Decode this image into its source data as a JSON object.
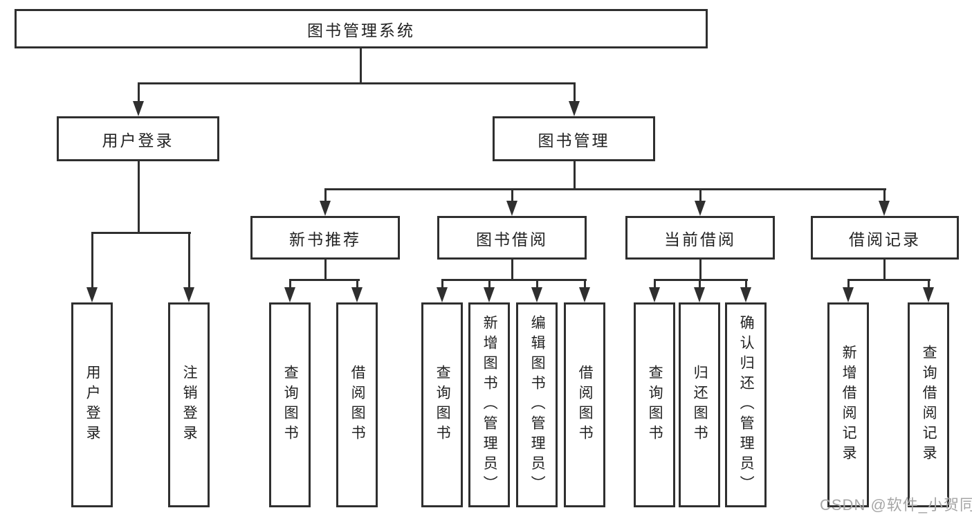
{
  "diagram": {
    "watermark": "CSDN @软件_小贺同学",
    "colors": {
      "background": "#ffffff",
      "line": "#2f2f2f",
      "box_border": "#2f2f2f",
      "box_bg": "#ffffff",
      "text": "#222222",
      "watermark": "#a6a6a6"
    },
    "nodes": {
      "root": {
        "label": "图书管理系统"
      },
      "user_login": {
        "label": "用户登录"
      },
      "book_management": {
        "label": "图书管理"
      },
      "new_book_recommend": {
        "label": "新书推荐"
      },
      "book_borrow": {
        "label": "图书借阅"
      },
      "current_borrow": {
        "label": "当前借阅"
      },
      "borrow_records": {
        "label": "借阅记录"
      },
      "login_leaf": {
        "label": "用户登录"
      },
      "logout_leaf": {
        "label": "注销登录"
      },
      "rec_query_books": {
        "label": "查询图书"
      },
      "rec_borrow_books": {
        "label": "借阅图书"
      },
      "bb_query_books": {
        "label": "查询图书"
      },
      "bb_add_books_admin": {
        "label": "新增图书（管理员）"
      },
      "bb_edit_books_admin": {
        "label": "编辑图书（管理员）"
      },
      "bb_borrow_books": {
        "label": "借阅图书"
      },
      "cb_query_books": {
        "label": "查询图书"
      },
      "cb_return_books": {
        "label": "归还图书"
      },
      "cb_confirm_return_admin": {
        "label": "确认归还（管理员）"
      },
      "br_add_record": {
        "label": "新增借阅记录"
      },
      "br_query_record": {
        "label": "查询借阅记录"
      }
    },
    "edges": [
      [
        "root",
        "user_login"
      ],
      [
        "root",
        "book_management"
      ],
      [
        "user_login",
        "login_leaf"
      ],
      [
        "user_login",
        "logout_leaf"
      ],
      [
        "book_management",
        "new_book_recommend"
      ],
      [
        "book_management",
        "book_borrow"
      ],
      [
        "book_management",
        "current_borrow"
      ],
      [
        "book_management",
        "borrow_records"
      ],
      [
        "new_book_recommend",
        "rec_query_books"
      ],
      [
        "new_book_recommend",
        "rec_borrow_books"
      ],
      [
        "book_borrow",
        "bb_query_books"
      ],
      [
        "book_borrow",
        "bb_add_books_admin"
      ],
      [
        "book_borrow",
        "bb_edit_books_admin"
      ],
      [
        "book_borrow",
        "bb_borrow_books"
      ],
      [
        "current_borrow",
        "cb_query_books"
      ],
      [
        "current_borrow",
        "cb_return_books"
      ],
      [
        "current_borrow",
        "cb_confirm_return_admin"
      ],
      [
        "borrow_records",
        "br_add_record"
      ],
      [
        "borrow_records",
        "br_query_record"
      ]
    ]
  }
}
